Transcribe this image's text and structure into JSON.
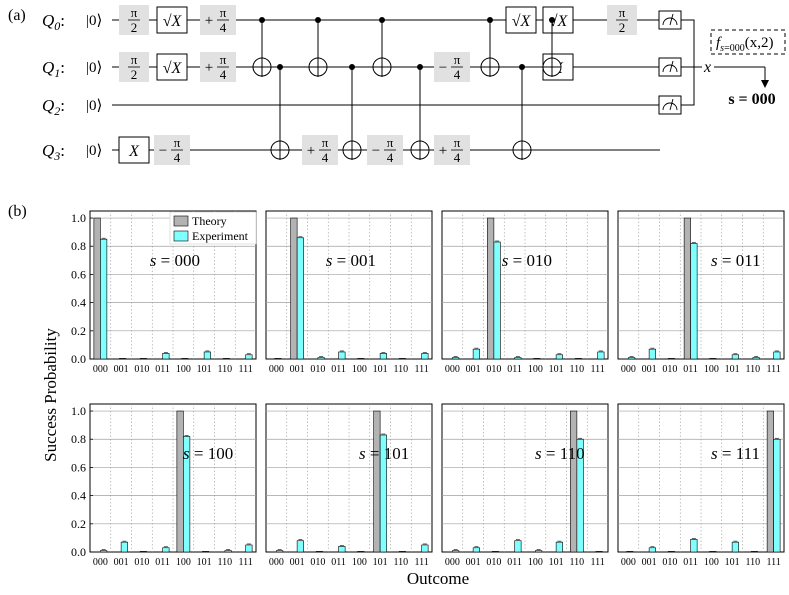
{
  "panel_a_label": "(a)",
  "panel_b_label": "(b)",
  "circuit": {
    "qubits": [
      {
        "name": "Q",
        "index": "0",
        "colon": ":",
        "ket": "|0⟩"
      },
      {
        "name": "Q",
        "index": "1",
        "colon": ":",
        "ket": "|0⟩"
      },
      {
        "name": "Q",
        "index": "2",
        "colon": ":",
        "ket": "|0⟩"
      },
      {
        "name": "Q",
        "index": "3",
        "colon": ":",
        "ket": "|0⟩"
      }
    ],
    "gates": [
      {
        "kind": "frac",
        "sign": "",
        "num": "π",
        "den": "2",
        "wire": 0,
        "col": 0
      },
      {
        "kind": "box",
        "label": "√X",
        "wire": 0,
        "col": 1
      },
      {
        "kind": "frac",
        "sign": "+",
        "num": "π",
        "den": "4",
        "wire": 0,
        "col": 2
      },
      {
        "kind": "frac",
        "sign": "",
        "num": "π",
        "den": "2",
        "wire": 1,
        "col": 0
      },
      {
        "kind": "box",
        "label": "√X",
        "wire": 1,
        "col": 1
      },
      {
        "kind": "frac",
        "sign": "+",
        "num": "π",
        "den": "4",
        "wire": 1,
        "col": 2
      },
      {
        "kind": "box",
        "label": "X",
        "wire": 3,
        "col": 0
      },
      {
        "kind": "frac",
        "sign": "−",
        "num": "π",
        "den": "4",
        "wire": 3,
        "col": 1
      },
      {
        "kind": "frac",
        "sign": "+",
        "num": "π",
        "den": "4",
        "wire": 3,
        "col": 4
      },
      {
        "kind": "frac",
        "sign": "−",
        "num": "π",
        "den": "4",
        "wire": 3,
        "col": 6
      },
      {
        "kind": "frac",
        "sign": "+",
        "num": "π",
        "den": "4",
        "wire": 3,
        "col": 8
      },
      {
        "kind": "frac",
        "sign": "−",
        "num": "π",
        "den": "4",
        "wire": 1,
        "col": 9
      },
      {
        "kind": "box",
        "label": "√X",
        "wire": 0,
        "col": 10
      },
      {
        "kind": "box",
        "label": "√X",
        "wire": 0,
        "col": 11
      },
      {
        "kind": "box",
        "label": "X",
        "wire": 1,
        "col": 11
      },
      {
        "kind": "frac",
        "sign": "",
        "num": "π",
        "den": "2",
        "wire": 0,
        "col": 12
      }
    ],
    "cnots": [
      {
        "control": 0,
        "target": 1,
        "step": 0
      },
      {
        "control": 1,
        "target": 3,
        "step": 1
      },
      {
        "control": 0,
        "target": 1,
        "step": 2
      },
      {
        "control": 1,
        "target": 3,
        "step": 3
      },
      {
        "control": 0,
        "target": 1,
        "step": 4
      },
      {
        "control": 1,
        "target": 3,
        "step": 5
      },
      {
        "control": 0,
        "target": 1,
        "step": 6
      },
      {
        "control": 1,
        "target": 3,
        "step": 7
      },
      {
        "control": 0,
        "target": 1,
        "step": 8
      }
    ],
    "output_symbol": "x",
    "function_label": {
      "f": "f",
      "sub_s": "s",
      "sub_eq": "=000",
      "args": "(x,2)"
    },
    "result_label": "s = 000"
  },
  "chart_data": {
    "type": "bar",
    "categories": [
      "000",
      "001",
      "010",
      "011",
      "100",
      "101",
      "110",
      "111"
    ],
    "ylabel": "Success  Probability",
    "xlabel": "Outcome",
    "ylim": [
      0,
      1.05
    ],
    "yticks": [
      "0.0",
      "0.2",
      "0.4",
      "0.6",
      "0.8",
      "1.0"
    ],
    "legend": [
      {
        "name": "Theory",
        "color": "#b3b3b3"
      },
      {
        "name": "Experiment",
        "color": "#80ffff"
      }
    ],
    "legend_placement": "top-right of first panel",
    "panels": [
      {
        "label": "s = 000",
        "theory": [
          1,
          0,
          0,
          0,
          0,
          0,
          0,
          0
        ],
        "experiment": [
          0.85,
          0.0,
          0.0,
          0.04,
          0.0,
          0.05,
          0.0,
          0.03
        ]
      },
      {
        "label": "s = 001",
        "theory": [
          0,
          1,
          0,
          0,
          0,
          0,
          0,
          0
        ],
        "experiment": [
          0.0,
          0.86,
          0.01,
          0.05,
          0.0,
          0.04,
          0.0,
          0.04
        ]
      },
      {
        "label": "s = 010",
        "theory": [
          0,
          0,
          1,
          0,
          0,
          0,
          0,
          0
        ],
        "experiment": [
          0.01,
          0.07,
          0.83,
          0.01,
          0.0,
          0.03,
          0.0,
          0.05
        ]
      },
      {
        "label": "s = 011",
        "theory": [
          0,
          0,
          0,
          1,
          0,
          0,
          0,
          0
        ],
        "experiment": [
          0.01,
          0.07,
          0.0,
          0.82,
          0.0,
          0.03,
          0.01,
          0.05
        ]
      },
      {
        "label": "s = 100",
        "theory": [
          0,
          0,
          0,
          0,
          1,
          0,
          0,
          0
        ],
        "experiment": [
          0.01,
          0.07,
          0.0,
          0.03,
          0.82,
          0.0,
          0.01,
          0.05
        ]
      },
      {
        "label": "s = 101",
        "theory": [
          0,
          0,
          0,
          0,
          0,
          1,
          0,
          0
        ],
        "experiment": [
          0.01,
          0.08,
          0.0,
          0.04,
          0.0,
          0.83,
          0.0,
          0.05
        ]
      },
      {
        "label": "s = 110",
        "theory": [
          0,
          0,
          0,
          0,
          0,
          0,
          1,
          0
        ],
        "experiment": [
          0.01,
          0.03,
          0.0,
          0.08,
          0.01,
          0.07,
          0.8,
          0.0
        ]
      },
      {
        "label": "s = 111",
        "theory": [
          0,
          0,
          0,
          0,
          0,
          0,
          0,
          1
        ],
        "experiment": [
          0.0,
          0.03,
          0.0,
          0.09,
          0.0,
          0.07,
          0.0,
          0.8
        ]
      }
    ]
  }
}
